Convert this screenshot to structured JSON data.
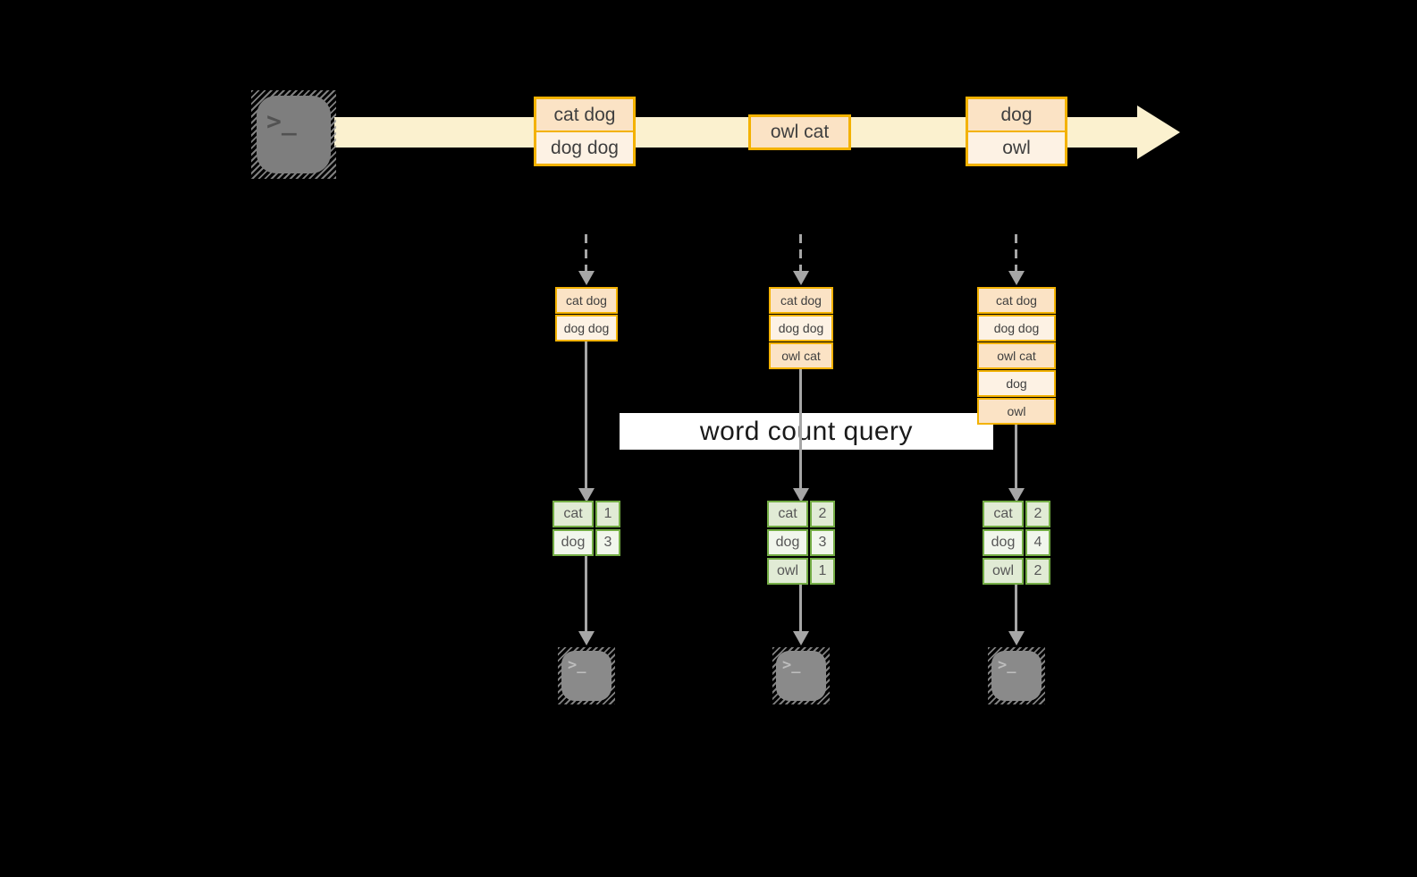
{
  "palette": {
    "gold": "#F3B200",
    "peach": "#FBE3C5",
    "cream": "#FDF2E4",
    "band": "#FBF1CF",
    "green": "#74AD45",
    "green-a": "#E1EBD5",
    "green-b": "#F1F6EC",
    "arrow": "#A6A6A6",
    "ink": "#3F3F3F",
    "term-top": "#7E7E7E",
    "term-bottom": "#8A8A8A"
  },
  "icons": {
    "terminal_glyph": ">_"
  },
  "query": {
    "label": "word count query"
  },
  "stream": {
    "batches": [
      {
        "items": [
          "cat dog",
          "dog dog"
        ]
      },
      {
        "items": [
          "owl cat"
        ]
      },
      {
        "items": [
          "dog",
          "owl"
        ]
      }
    ]
  },
  "columns": [
    {
      "accumulated": [
        "cat dog",
        "dog dog"
      ],
      "counts": [
        {
          "word": "cat",
          "count": 1
        },
        {
          "word": "dog",
          "count": 3
        }
      ]
    },
    {
      "accumulated": [
        "cat dog",
        "dog dog",
        "owl cat"
      ],
      "counts": [
        {
          "word": "cat",
          "count": 2
        },
        {
          "word": "dog",
          "count": 3
        },
        {
          "word": "owl",
          "count": 1
        }
      ]
    },
    {
      "accumulated": [
        "cat dog",
        "dog dog",
        "owl cat",
        "dog",
        "owl"
      ],
      "counts": [
        {
          "word": "cat",
          "count": 2
        },
        {
          "word": "dog",
          "count": 4
        },
        {
          "word": "owl",
          "count": 2
        }
      ]
    }
  ]
}
